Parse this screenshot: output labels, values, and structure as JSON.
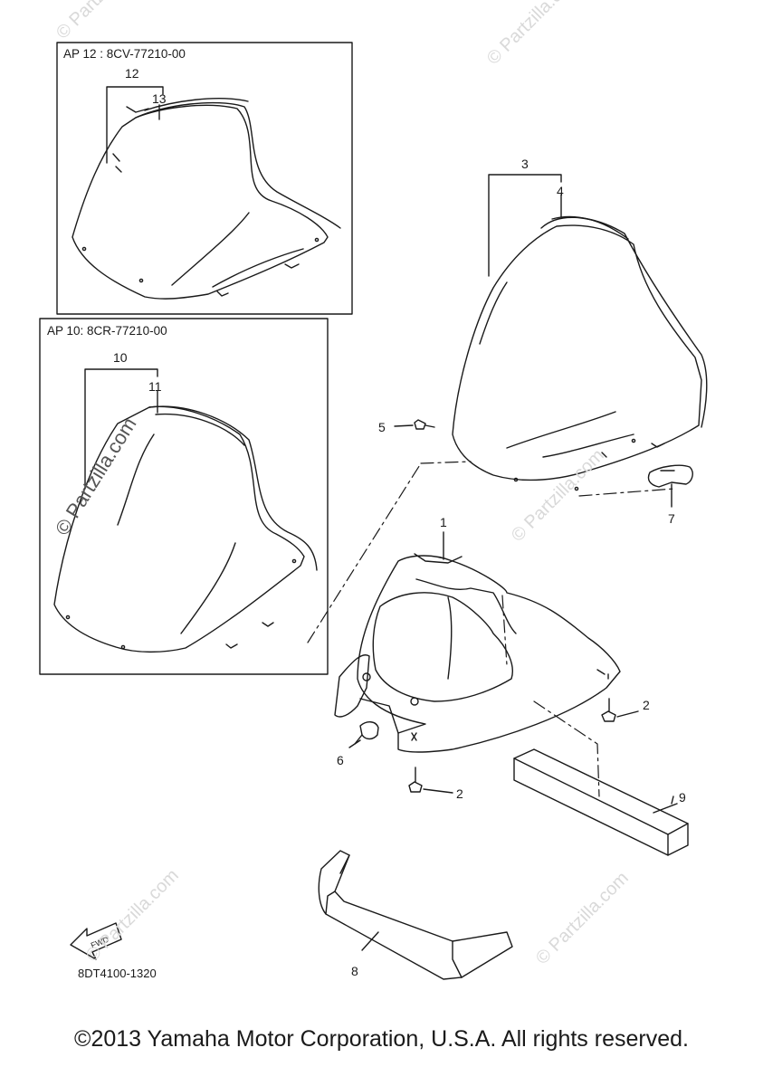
{
  "figure": {
    "inset_top_label": "AP 12 : 8CV-77210-00",
    "inset_bottom_label": "AP  10: 8CR-77210-00",
    "diagram_code": "8DT4100-1320",
    "fwd_label": "FWD"
  },
  "callouts": [
    "1",
    "2",
    "2",
    "3",
    "4",
    "5",
    "6",
    "7",
    "8",
    "9",
    "10",
    "11",
    "12",
    "13"
  ],
  "watermarks": {
    "faint": "© Partzilla.com",
    "dark": "© Partzilla.com"
  },
  "footer": {
    "copyright": "©2013 Yamaha Motor Corporation, U.S.A. All rights reserved."
  }
}
